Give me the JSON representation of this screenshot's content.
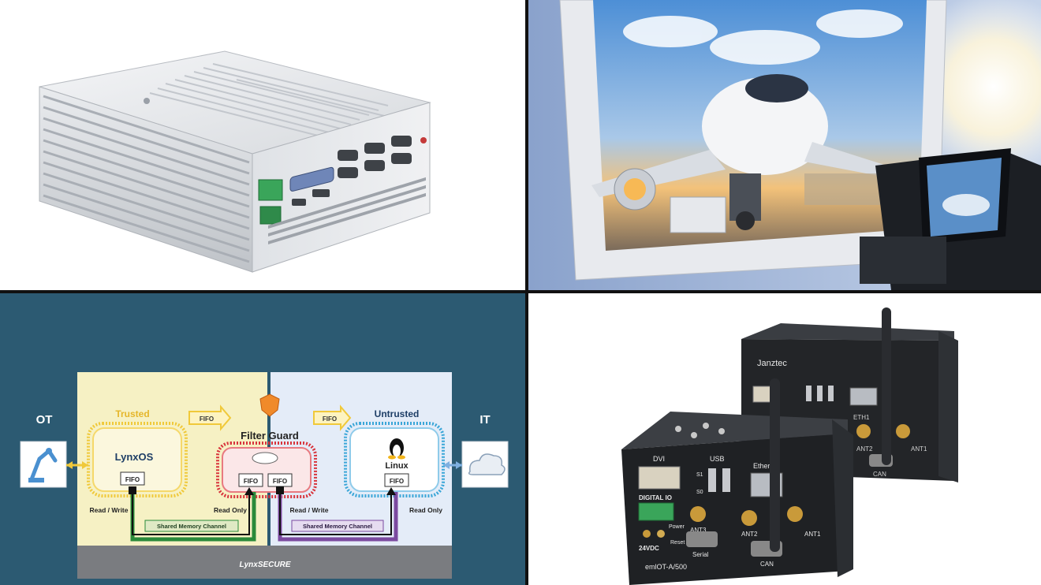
{
  "diagram": {
    "ot_label": "OT",
    "it_label": "IT",
    "trusted_label": "Trusted",
    "untrusted_label": "Untrusted",
    "lynxos_label": "LynxOS",
    "filter_guard_label": "Filter  Guard",
    "linux_label": "Linux",
    "fifo_label": "FIFO",
    "read_write_left": "Read / Write",
    "read_only_left": "Read Only",
    "read_write_right": "Read / Write",
    "read_only_right": "Read Only",
    "shared_memory_left": "Shared Memory Channel",
    "shared_memory_right": "Shared Memory Channel",
    "footer_brand": "LynxSECURE",
    "colors": {
      "trusted_bg": "#f6f1c4",
      "untrusted_bg": "#e4ecf8",
      "trusted_border": "#f0c93a",
      "filter_border": "#d8343c",
      "linux_border": "#3aa6d8",
      "green_channel": "#2a8a3a",
      "purple_channel": "#7b4aa0"
    }
  },
  "devices": {
    "front_brand": "emlOT-A/500",
    "back_brand": "Janztec",
    "labels": {
      "dvi": "DVI",
      "usb": "USB",
      "ethernet": "Ether",
      "digital_io": "DIGITAL IO",
      "power": "Power",
      "reset": "Reset",
      "vdc": "24VDC",
      "serial": "Serial",
      "can": "CAN",
      "ant1": "ANT1",
      "ant2": "ANT2",
      "ant3": "ANT3",
      "eth1": "ETH1",
      "s1": "S1",
      "s0": "S0"
    }
  }
}
